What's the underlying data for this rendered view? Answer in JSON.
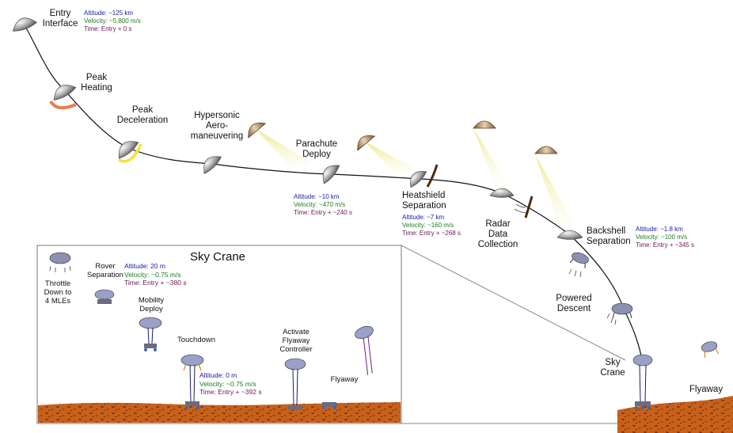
{
  "phases": {
    "entry_interface": {
      "label": "Entry\nInterface",
      "altitude": "Altitude: ~125 km",
      "velocity": "Velocity: ~5,800 m/s",
      "time": "Time: Entry + 0 s"
    },
    "peak_heating": {
      "label": "Peak\nHeating"
    },
    "peak_deceleration": {
      "label": "Peak\nDeceleration"
    },
    "hypersonic": {
      "label": "Hypersonic\nAero-\nmaneuvering"
    },
    "parachute_deploy": {
      "label": "Parachute\nDeploy",
      "altitude": "Altitude: ~10 km",
      "velocity": "Velocity: ~470 m/s",
      "time": "Time: Entry + ~240 s"
    },
    "heatshield_separation": {
      "label": "Heatshield\nSeparation",
      "altitude": "Altitude: ~7 km",
      "velocity": "Velocity: ~160 m/s",
      "time": "Time: Entry + ~268 s"
    },
    "radar_data": {
      "label": "Radar\nData\nCollection"
    },
    "backshell_separation": {
      "label": "Backshell\nSeparation",
      "altitude": "Altitude: ~1.8 km",
      "velocity": "Velocity: ~100 m/s",
      "time": "Time: Entry + ~345 s"
    },
    "powered_descent": {
      "label": "Powered\nDescent"
    },
    "sky_crane": {
      "label": "Sky\nCrane"
    },
    "flyaway": {
      "label": "Flyaway"
    }
  },
  "inset": {
    "title": "Sky Crane",
    "throttle": {
      "label": "Throttle\nDown to\n4 MLEs"
    },
    "rover_separation": {
      "label": "Rover\nSeparation",
      "altitude": "Altitude: 20 m",
      "velocity": "Velocity: ~0.75 m/s",
      "time": "Time: Entry + ~380 s"
    },
    "mobility_deploy": {
      "label": "Mobility\nDeploy"
    },
    "touchdown": {
      "label": "Touchdown",
      "altitude": "Altitude: 0 m",
      "velocity": "Velocity: ~0.75 m/s",
      "time": "Time: Entry + ~392 s"
    },
    "activate_flyaway": {
      "label": "Activate\nFlyaway\nController"
    },
    "flyaway": {
      "label": "Flyaway"
    }
  },
  "colors": {
    "altitude_text": "#1a1aa6",
    "velocity_text": "#1f7a1f",
    "time_text": "#6a1a55",
    "ground": "#c8601a",
    "heating_glow": "#e8672a",
    "deceleration_glow": "#f3e23a",
    "parachute_cone": "#f3ef9a"
  },
  "icons": [
    "capsule-icon",
    "parachute-icon",
    "heatshield-icon",
    "descent-stage-icon",
    "sky-crane-icon",
    "rover-icon",
    "ground-terrain"
  ]
}
